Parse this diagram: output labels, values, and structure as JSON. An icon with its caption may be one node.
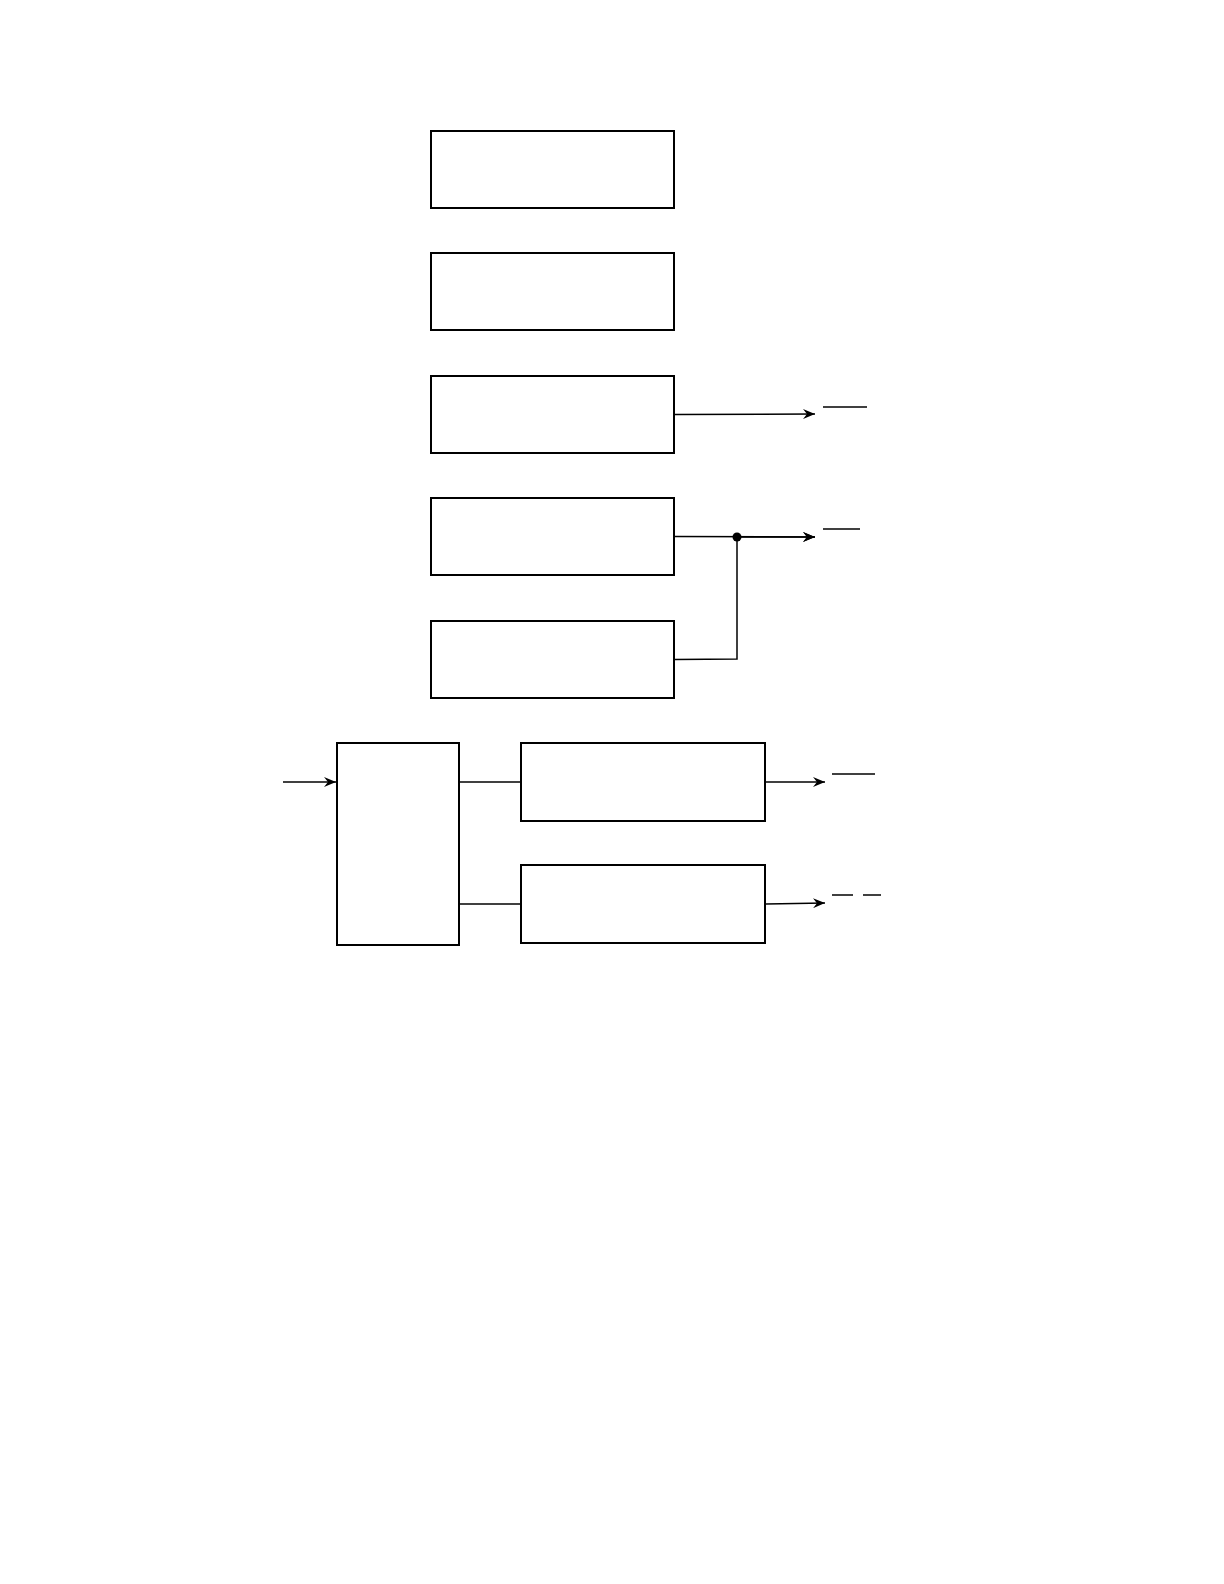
{
  "diagram": {
    "nodes": [
      {
        "text": [],
        "shape": "box"
      },
      {
        "text": [],
        "shape": "box"
      },
      {
        "text": [],
        "shape": "box"
      },
      {
        "text": [],
        "shape": "box"
      },
      {
        "text": [],
        "shape": "box"
      },
      {
        "text": [],
        "shape": "box"
      },
      {
        "text": [],
        "shape": "box"
      },
      {
        "text": [],
        "shape": "box"
      }
    ],
    "edges": [
      {
        "from": 2,
        "to": null,
        "arrow": "to"
      },
      {
        "from": 3,
        "to": null,
        "arrow": "to"
      },
      {
        "from": 4,
        "to": null,
        "arrow": "to"
      },
      {
        "from": null,
        "to": 5,
        "arrow": "to"
      },
      {
        "from": 5,
        "to": 6,
        "arrow": "none"
      },
      {
        "from": 5,
        "to": 7,
        "arrow": "none"
      },
      {
        "from": 6,
        "to": null,
        "arrow": "to"
      },
      {
        "from": 7,
        "to": null,
        "arrow": "to"
      }
    ]
  }
}
